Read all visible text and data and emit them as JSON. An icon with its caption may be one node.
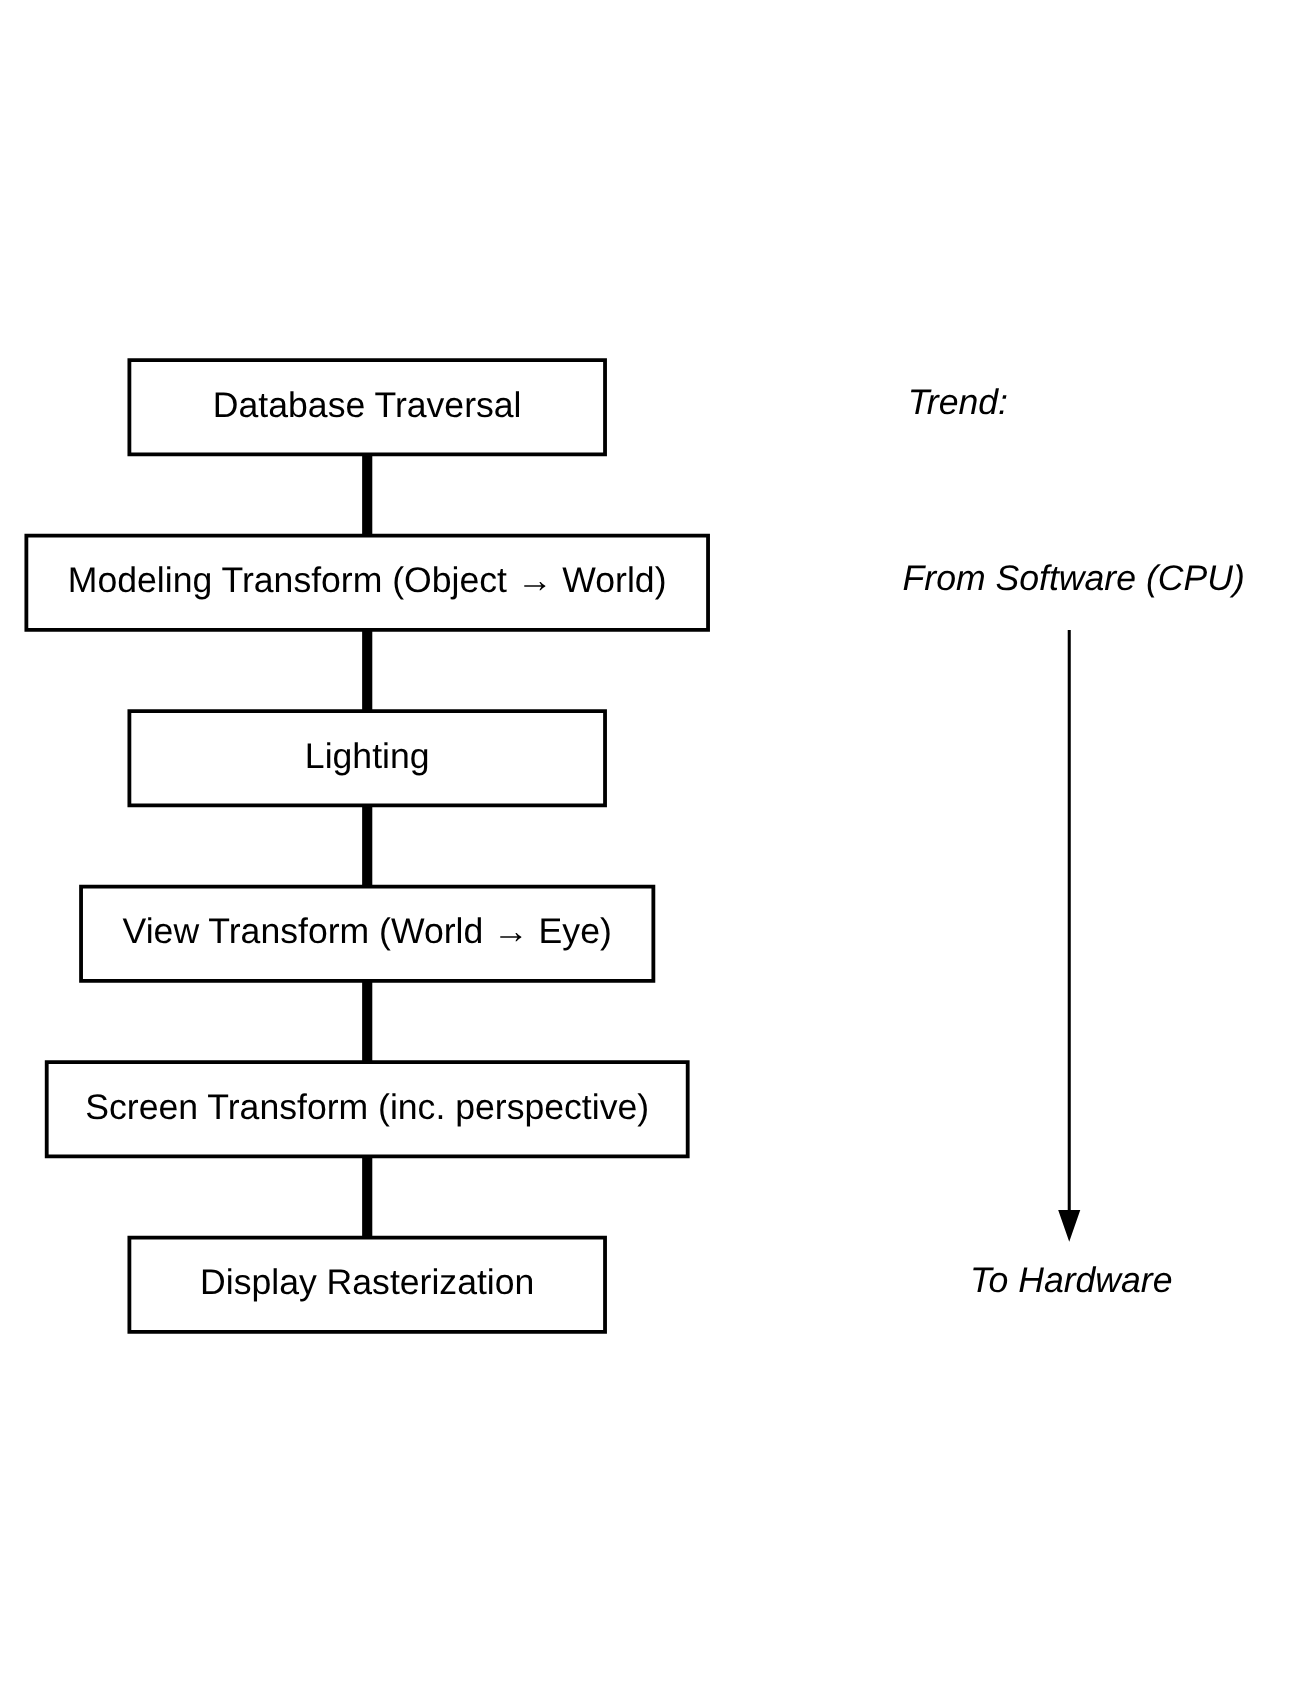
{
  "diagram": {
    "nodes": [
      {
        "text": [
          "Database Traversal"
        ]
      },
      {
        "text": [
          "Modeling Transform (Object → World)"
        ]
      },
      {
        "text": [
          "Lighting"
        ]
      },
      {
        "text": [
          "View Transform (World → Eye)"
        ]
      },
      {
        "text": [
          "Screen Transform (inc. perspective)"
        ]
      },
      {
        "text": [
          "Display Rasterization"
        ]
      },
      {
        "text": [
          "From Software (CPU)"
        ]
      },
      {
        "text": [
          "To Hardware"
        ]
      }
    ],
    "edges": [
      {
        "from": 0,
        "to": 1,
        "arrow": "none"
      },
      {
        "from": 1,
        "to": 2,
        "arrow": "none"
      },
      {
        "from": 2,
        "to": 3,
        "arrow": "none"
      },
      {
        "from": 3,
        "to": 4,
        "arrow": "none"
      },
      {
        "from": 4,
        "to": 5,
        "arrow": "none"
      },
      {
        "from": 6,
        "to": 7,
        "arrow": "to"
      }
    ],
    "labels": [
      "Trend:"
    ]
  }
}
